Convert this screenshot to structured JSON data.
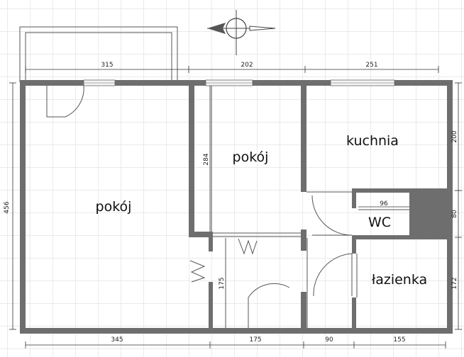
{
  "rooms": {
    "living": "pokój",
    "bedroom": "pokój",
    "kitchen": "kuchnia",
    "wc": "WC",
    "bathroom": "łazienka"
  },
  "dimensions": {
    "top_balcony": "315",
    "top_middle": "202",
    "top_right": "251",
    "left_height": "456",
    "bedroom_height": "284",
    "hall_height": "175",
    "wc_width": "96",
    "right_kitchen": "200",
    "right_wc": "80",
    "right_bath": "172",
    "bottom_left": "345",
    "bottom_hall": "175",
    "bottom_bath_a": "90",
    "bottom_bath_b": "155"
  }
}
